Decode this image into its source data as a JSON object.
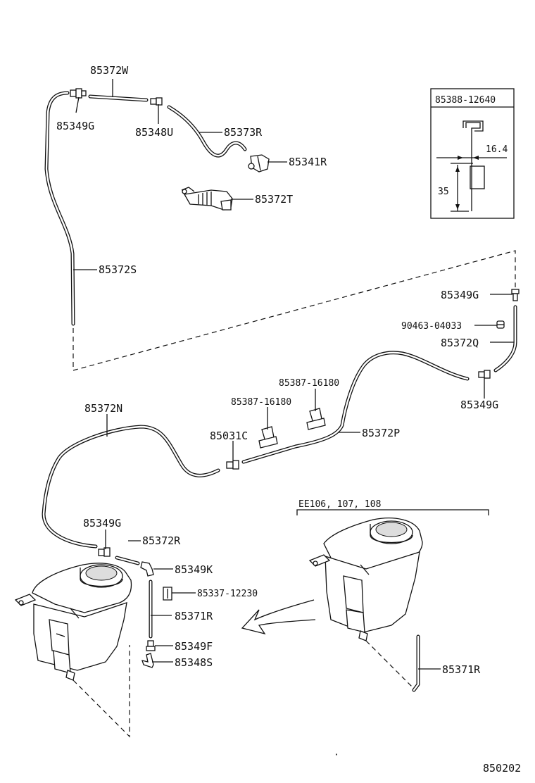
{
  "labels": {
    "p85372W": "85372W",
    "p85349G_top": "85349G",
    "p85348U": "85348U",
    "p85373R": "85373R",
    "p85341R": "85341R",
    "p85372T": "85372T",
    "p85372S": "85372S",
    "p85349G_right_top": "85349G",
    "p90463": "90463-04033",
    "p85372Q": "85372Q",
    "p85349G_right_bottom": "85349G",
    "p85387_a": "85387-16180",
    "p85387_b": "85387-16180",
    "p85372N": "85372N",
    "p85031C": "85031C",
    "p85372P": "85372P",
    "p85349G_low": "85349G",
    "p85372R": "85372R",
    "p85349K": "85349K",
    "p85337": "85337-12230",
    "p85371R_left": "85371R",
    "p85349F": "85349F",
    "p85348S": "85348S",
    "p85371R_right": "85371R"
  },
  "inset": {
    "part_no": "85388-12640",
    "dim_width": "16.4",
    "dim_height": "35"
  },
  "variant_label": "EE106, 107, 108",
  "diagram_code": "850202"
}
